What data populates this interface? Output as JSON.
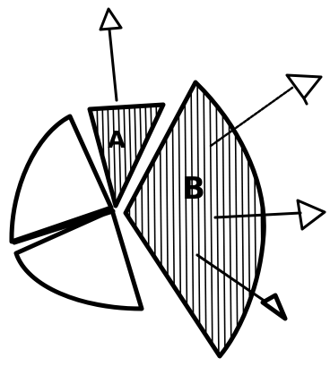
{
  "diagram": {
    "ink_color": "#000000",
    "background_color": "#ffffff",
    "wedge_a_label": "A",
    "wedge_b_label": "B",
    "arrowhead_style": "open-triangle"
  }
}
